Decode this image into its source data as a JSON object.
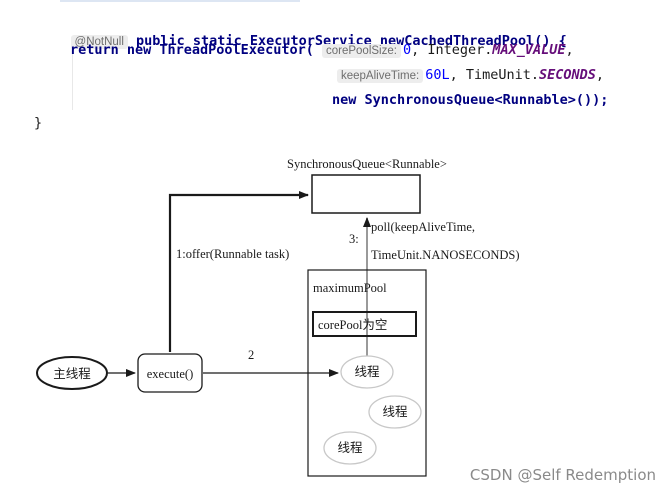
{
  "code": {
    "annotation": "@NotNull",
    "line1_rest": " public static ExecutorService newCachedThreadPool() {",
    "line2_prefix": "return new ThreadPoolExecutor(",
    "hint_core": "corePoolSize:",
    "core_value": "0",
    "line2_mid": ", Integer.",
    "max_value": "MAX_VALUE",
    "line2_end": ",",
    "hint_keep": "keepAliveTime:",
    "keep_value": "60L",
    "line3_mid": ", TimeUnit.",
    "seconds": "SECONDS",
    "line3_end": ",",
    "line4": "new SynchronousQueue<Runnable>());",
    "closing": "}"
  },
  "diagram": {
    "queue_label": "SynchronousQueue<Runnable>",
    "offer_label": "1:offer(Runnable task)",
    "poll_step": "3:",
    "poll_line1": "poll(keepAliveTime,",
    "poll_line2": "TimeUnit.NANOSECONDS)",
    "max_pool_label": "maximumPool",
    "core_pool_label": "corePool为空",
    "main_thread": "主线程",
    "execute": "execute()",
    "step2": "2",
    "thread1": "线程",
    "thread2": "线程",
    "thread3": "线程"
  },
  "watermark": "CSDN @Self  Redemption"
}
